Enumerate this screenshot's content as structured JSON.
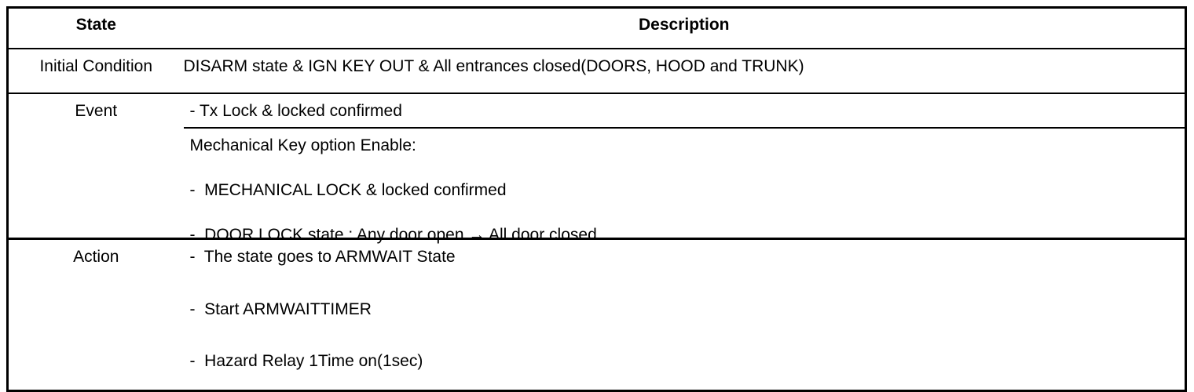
{
  "table": {
    "headers": {
      "state": "State",
      "description": "Description"
    },
    "rows": [
      {
        "state": "Initial Condition",
        "description": "DISARM state & IGN KEY OUT & All entrances closed(DOORS, HOOD and TRUNK)"
      },
      {
        "state": "Event",
        "description_block_1": "- Tx Lock & locked confirmed",
        "description_block_2": {
          "intro": "Mechanical Key option Enable:",
          "item_1": "-  MECHANICAL LOCK & locked confirmed",
          "item_2": "-  DOOR LOCK state : Any door open → All door closed"
        }
      },
      {
        "state": "Action",
        "items": [
          "-  The state goes to ARMWAIT State",
          "-  Start ARMWAITTIMER",
          "-  Hazard Relay 1Time on(1sec)"
        ]
      }
    ]
  },
  "colors": {
    "border": "#000000",
    "background": "#ffffff",
    "text": "#000000"
  }
}
